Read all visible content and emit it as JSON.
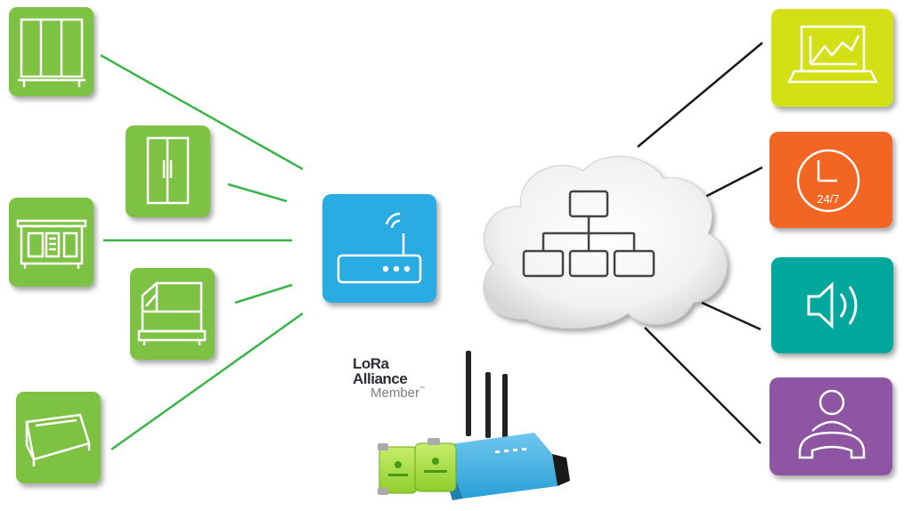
{
  "colors": {
    "green": "#7dc242",
    "blue": "#29abe2",
    "lime": "#d4e017",
    "orange": "#f26522",
    "teal": "#00a79d",
    "purple": "#8e54a3",
    "connector_green": "#39b54a",
    "connector_dark": "#1a1a1a"
  },
  "left_devices": [
    {
      "name": "display-fridge-icon"
    },
    {
      "name": "double-door-fridge-icon"
    },
    {
      "name": "undercounter-fridge-icon"
    },
    {
      "name": "display-case-icon"
    },
    {
      "name": "chest-freezer-icon"
    }
  ],
  "gateway": {
    "icon": "wifi-router-icon"
  },
  "cloud": {
    "icon": "network-hierarchy-icon"
  },
  "right_services": [
    {
      "name": "laptop-chart-icon"
    },
    {
      "name": "clock-icon",
      "label": "24/7"
    },
    {
      "name": "speaker-icon"
    },
    {
      "name": "operator-phone-icon"
    }
  ],
  "lora_badge": {
    "line1": "LoRa",
    "line2": "Alliance",
    "line3": "Member",
    "trademark": "™"
  }
}
